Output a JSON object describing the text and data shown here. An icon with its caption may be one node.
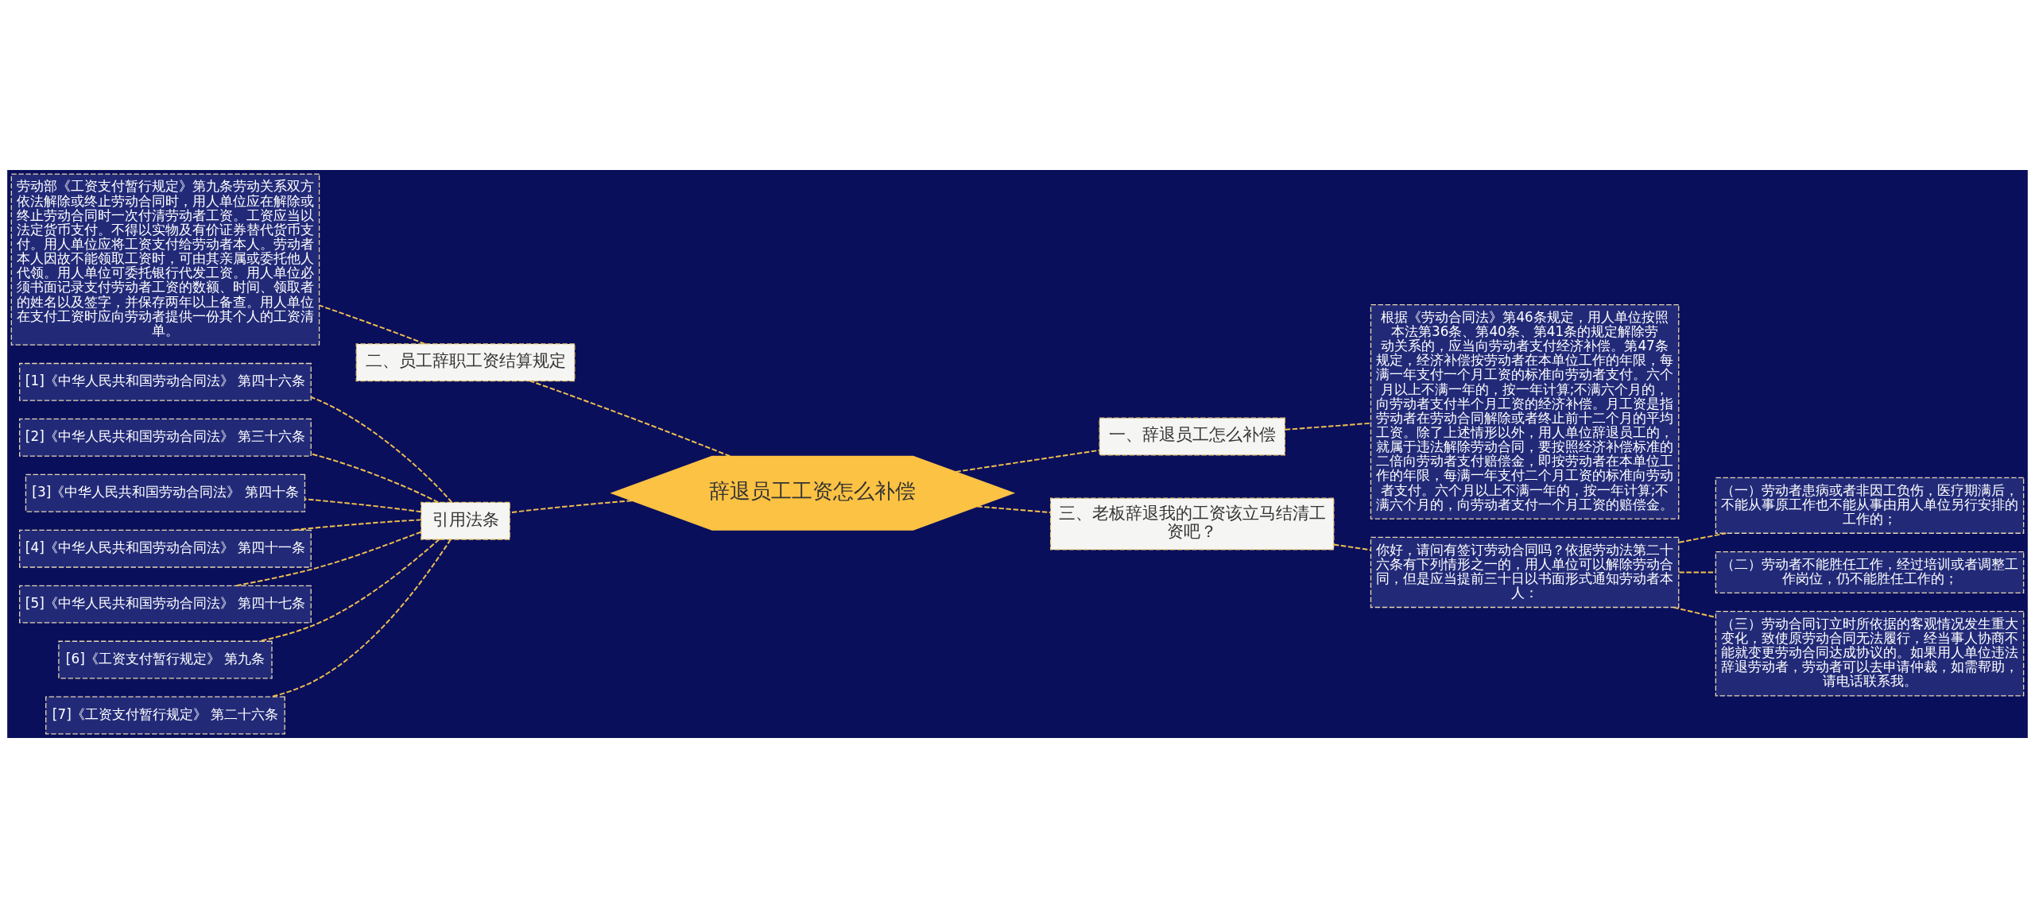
{
  "diagram": {
    "nodes": [
      {
        "text": [
          "辞退员工工资怎么补偿"
        ]
      },
      {
        "text": [
          "一、辞退员工怎么补偿"
        ]
      },
      {
        "text": [
          "根据《劳动合同法》第46条规定，用人单位按照本法第36条、第40条、第41条的规定解除劳动关系的，应当向劳动者支付经济补偿。第47条规定，经济补偿按劳动者在本单位工作的年限，每满一年支付一个月工资的标准向劳动者支付。六个月以上不满一年的，按一年计算;不满六个月的，向劳动者支付半个月工资的经济补偿。月工资是指劳动者在劳动合同解除或者终止前十二个月的平均工资。除了上述情形以外，用人单位辞退员工的，就属于违法解除劳动合同，要按照经济补偿标准的二倍向劳动者支付赔偿金，即按劳动者在本单位工作的年限，每满一年支付二个月工资的标准向劳动者支付。六个月以上不满一年的，按一年计算;不满六个月的，向劳动者支付一个月工资的赔偿金。"
        ]
      },
      {
        "text": [
          "三、老板辞退我的工资该立马结清工资吧？"
        ]
      },
      {
        "text": [
          "你好，请问有签订劳动合同吗？依据劳动法第二十六条有下列情形之一的，用人单位可以解除劳动合同，但是应当提前三十日以书面形式通知劳动者本人："
        ]
      },
      {
        "text": [
          "（一）劳动者患病或者非因工负伤，医疗期满后，不能从事原工作也不能从事由用人单位另行安排的工作的；"
        ]
      },
      {
        "text": [
          "（二）劳动者不能胜任工作，经过培训或者调整工作岗位，仍不能胜任工作的；"
        ]
      },
      {
        "text": [
          "（三）劳动合同订立时所依据的客观情况发生重大变化，致使原劳动合同无法履行，经当事人协商不能就变更劳动合同达成协议的。如果用人单位违法辞退劳动者，劳动者可以去申请仲裁，如需帮助，请电话联系我。"
        ]
      },
      {
        "text": [
          "二、员工辞职工资结算规定"
        ]
      },
      {
        "text": [
          "劳动部《工资支付暂行规定》第九条劳动关系双方依法解除或终止劳动合同时，用人单位应在解除或终止劳动合同时一次付清劳动者工资。工资应当以法定货币支付。不得以实物及有价证券替代货币支付。用人单位应将工资支付给劳动者本人。劳动者本人因故不能领取工资时，可由其亲属或委托他人代领。用人单位可委托银行代发工资。用人单位必须书面记录支付劳动者工资的数额、时间、领取者的姓名以及签字，并保存两年以上备查。用人单位在支付工资时应向劳动者提供一份其个人的工资清单。"
        ]
      },
      {
        "text": [
          "引用法条"
        ]
      },
      {
        "text": [
          "[1]《中华人民共和国劳动合同法》 第四十六条"
        ]
      },
      {
        "text": [
          "[2]《中华人民共和国劳动合同法》 第三十六条"
        ]
      },
      {
        "text": [
          "[3]《中华人民共和国劳动合同法》 第四十条"
        ]
      },
      {
        "text": [
          "[4]《中华人民共和国劳动合同法》 第四十一条"
        ]
      },
      {
        "text": [
          "[5]《中华人民共和国劳动合同法》 第四十七条"
        ]
      },
      {
        "text": [
          "[6]《工资支付暂行规定》 第九条"
        ]
      },
      {
        "text": [
          "[7]《工资支付暂行规定》 第二十六条"
        ]
      }
    ],
    "edges": [
      {
        "from": 0,
        "to": 1,
        "arrow": "none"
      },
      {
        "from": 1,
        "to": 2,
        "arrow": "none"
      },
      {
        "from": 0,
        "to": 3,
        "arrow": "none"
      },
      {
        "from": 3,
        "to": 4,
        "arrow": "none"
      },
      {
        "from": 4,
        "to": 5,
        "arrow": "none"
      },
      {
        "from": 4,
        "to": 6,
        "arrow": "none"
      },
      {
        "from": 4,
        "to": 7,
        "arrow": "none"
      },
      {
        "from": 0,
        "to": 8,
        "arrow": "none"
      },
      {
        "from": 8,
        "to": 9,
        "arrow": "none"
      },
      {
        "from": 0,
        "to": 10,
        "arrow": "none"
      },
      {
        "from": 10,
        "to": 11,
        "arrow": "none"
      },
      {
        "from": 10,
        "to": 12,
        "arrow": "none"
      },
      {
        "from": 10,
        "to": 13,
        "arrow": "none"
      },
      {
        "from": 10,
        "to": 14,
        "arrow": "none"
      },
      {
        "from": 10,
        "to": 15,
        "arrow": "none"
      },
      {
        "from": 10,
        "to": 16,
        "arrow": "none"
      },
      {
        "from": 10,
        "to": 17,
        "arrow": "none"
      }
    ]
  }
}
